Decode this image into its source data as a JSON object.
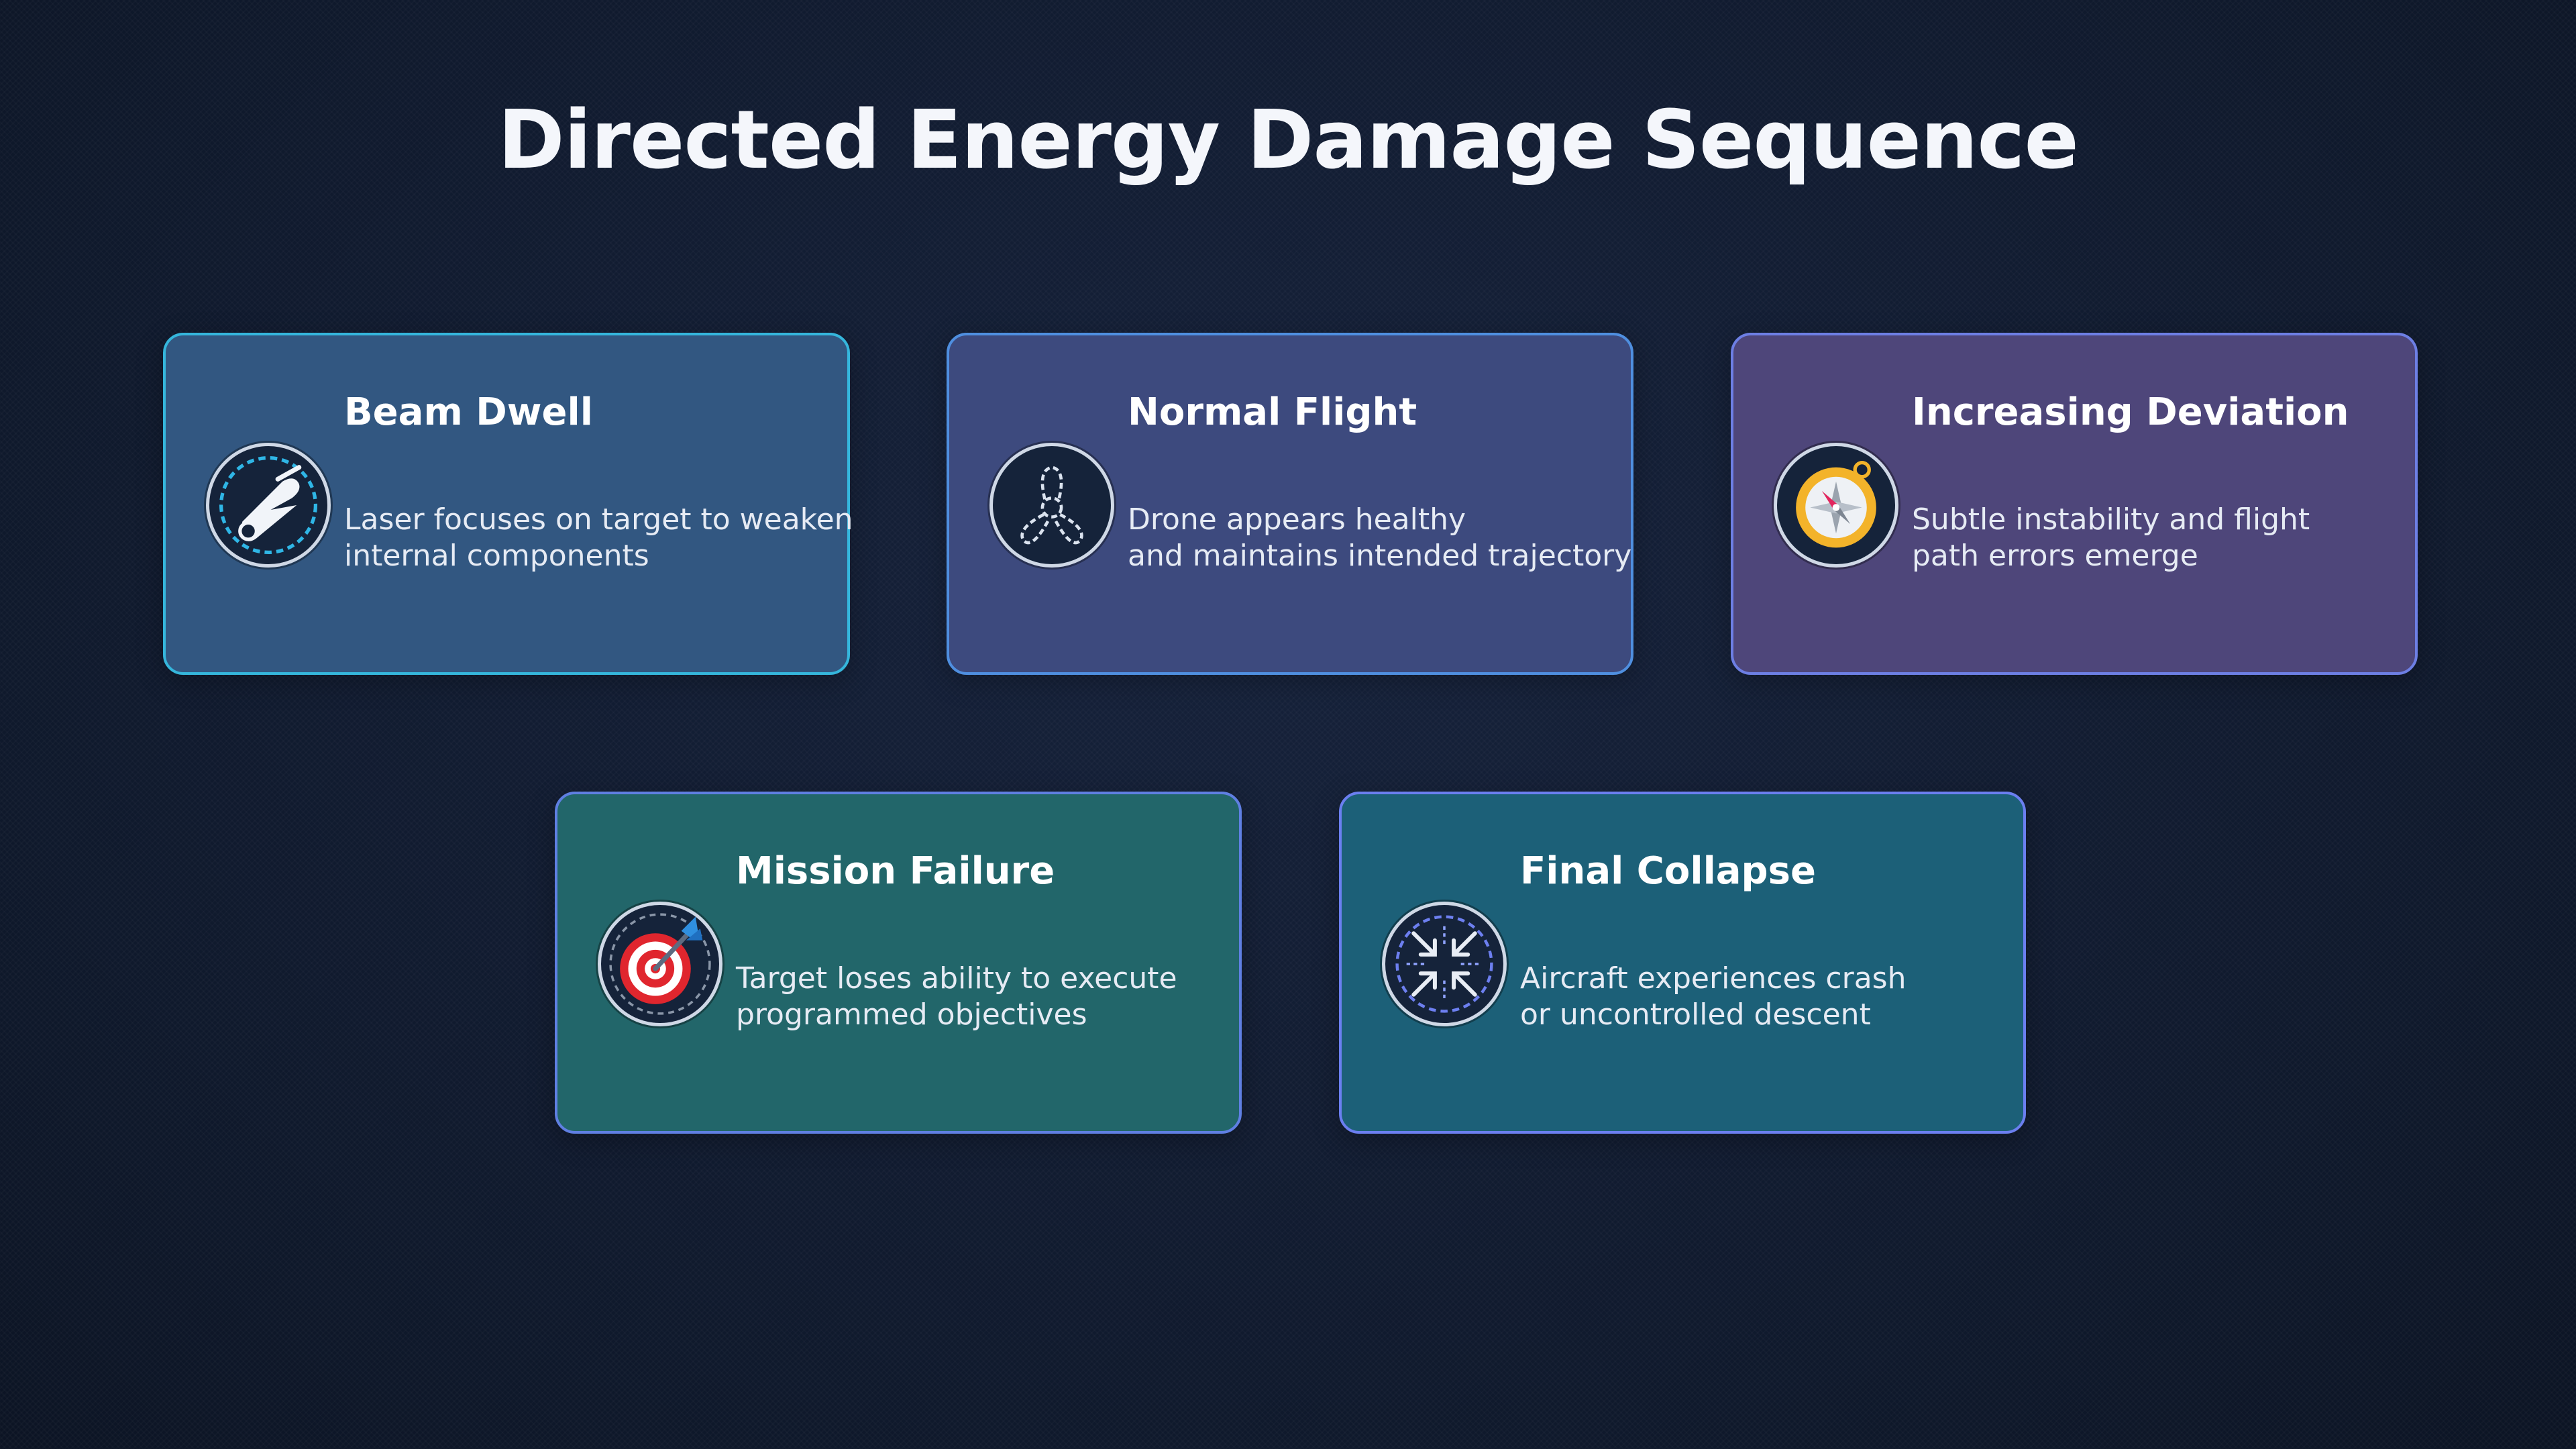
{
  "title": "Directed Energy Damage Sequence",
  "cards": [
    {
      "title": "Beam Dwell",
      "desc_lines": [
        "Laser focuses on target to weaken",
        "internal components"
      ],
      "icon": "laser-beam-icon",
      "bg": "#325781",
      "border": "#35b6dc"
    },
    {
      "title": "Normal Flight",
      "desc_lines": [
        "Drone appears healthy",
        "and maintains intended trajectory"
      ],
      "icon": "propeller-icon",
      "bg": "#3d4a7e",
      "border": "#4f8fe0"
    },
    {
      "title": "Increasing Deviation",
      "desc_lines": [
        "Subtle instability and flight",
        "path errors emerge"
      ],
      "icon": "compass-icon",
      "bg": "#4e467a",
      "border": "#6d7fe4"
    },
    {
      "title": "Mission Failure",
      "desc_lines": [
        "Target loses ability to execute",
        "programmed objectives"
      ],
      "icon": "target-icon",
      "bg": "#22666a",
      "border": "#5f7fe2"
    },
    {
      "title": "Final Collapse",
      "desc_lines": [
        "Aircraft experiences crash",
        "or uncontrolled descent"
      ],
      "icon": "collapse-arrows-icon",
      "bg": "#1c6078",
      "border": "#6b7ff0"
    }
  ]
}
